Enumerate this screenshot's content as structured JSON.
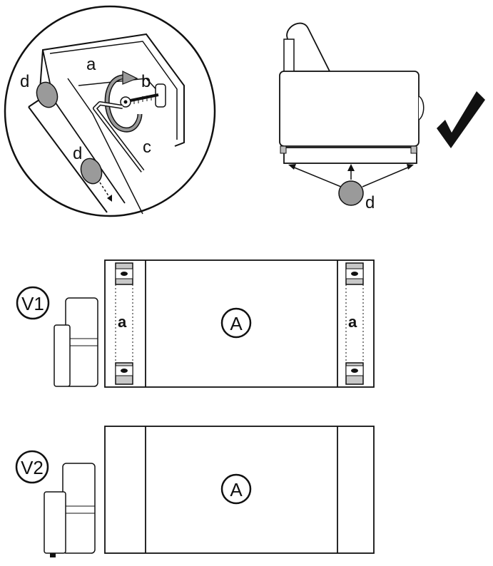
{
  "detail": {
    "label_a": "a",
    "label_b": "b",
    "label_c": "c",
    "label_d1": "d",
    "label_d2": "d"
  },
  "side_view": {
    "label_d": "d",
    "check_mark": "✔"
  },
  "variant1": {
    "badge": "V1",
    "zone_label": "A",
    "left_rail_label": "a",
    "right_rail_label": "a"
  },
  "variant2": {
    "badge": "V2",
    "zone_label": "A"
  },
  "colors": {
    "stroke": "#111111",
    "glide_fill": "#9a9a9a",
    "pad_fill": "#c8c8c8"
  }
}
